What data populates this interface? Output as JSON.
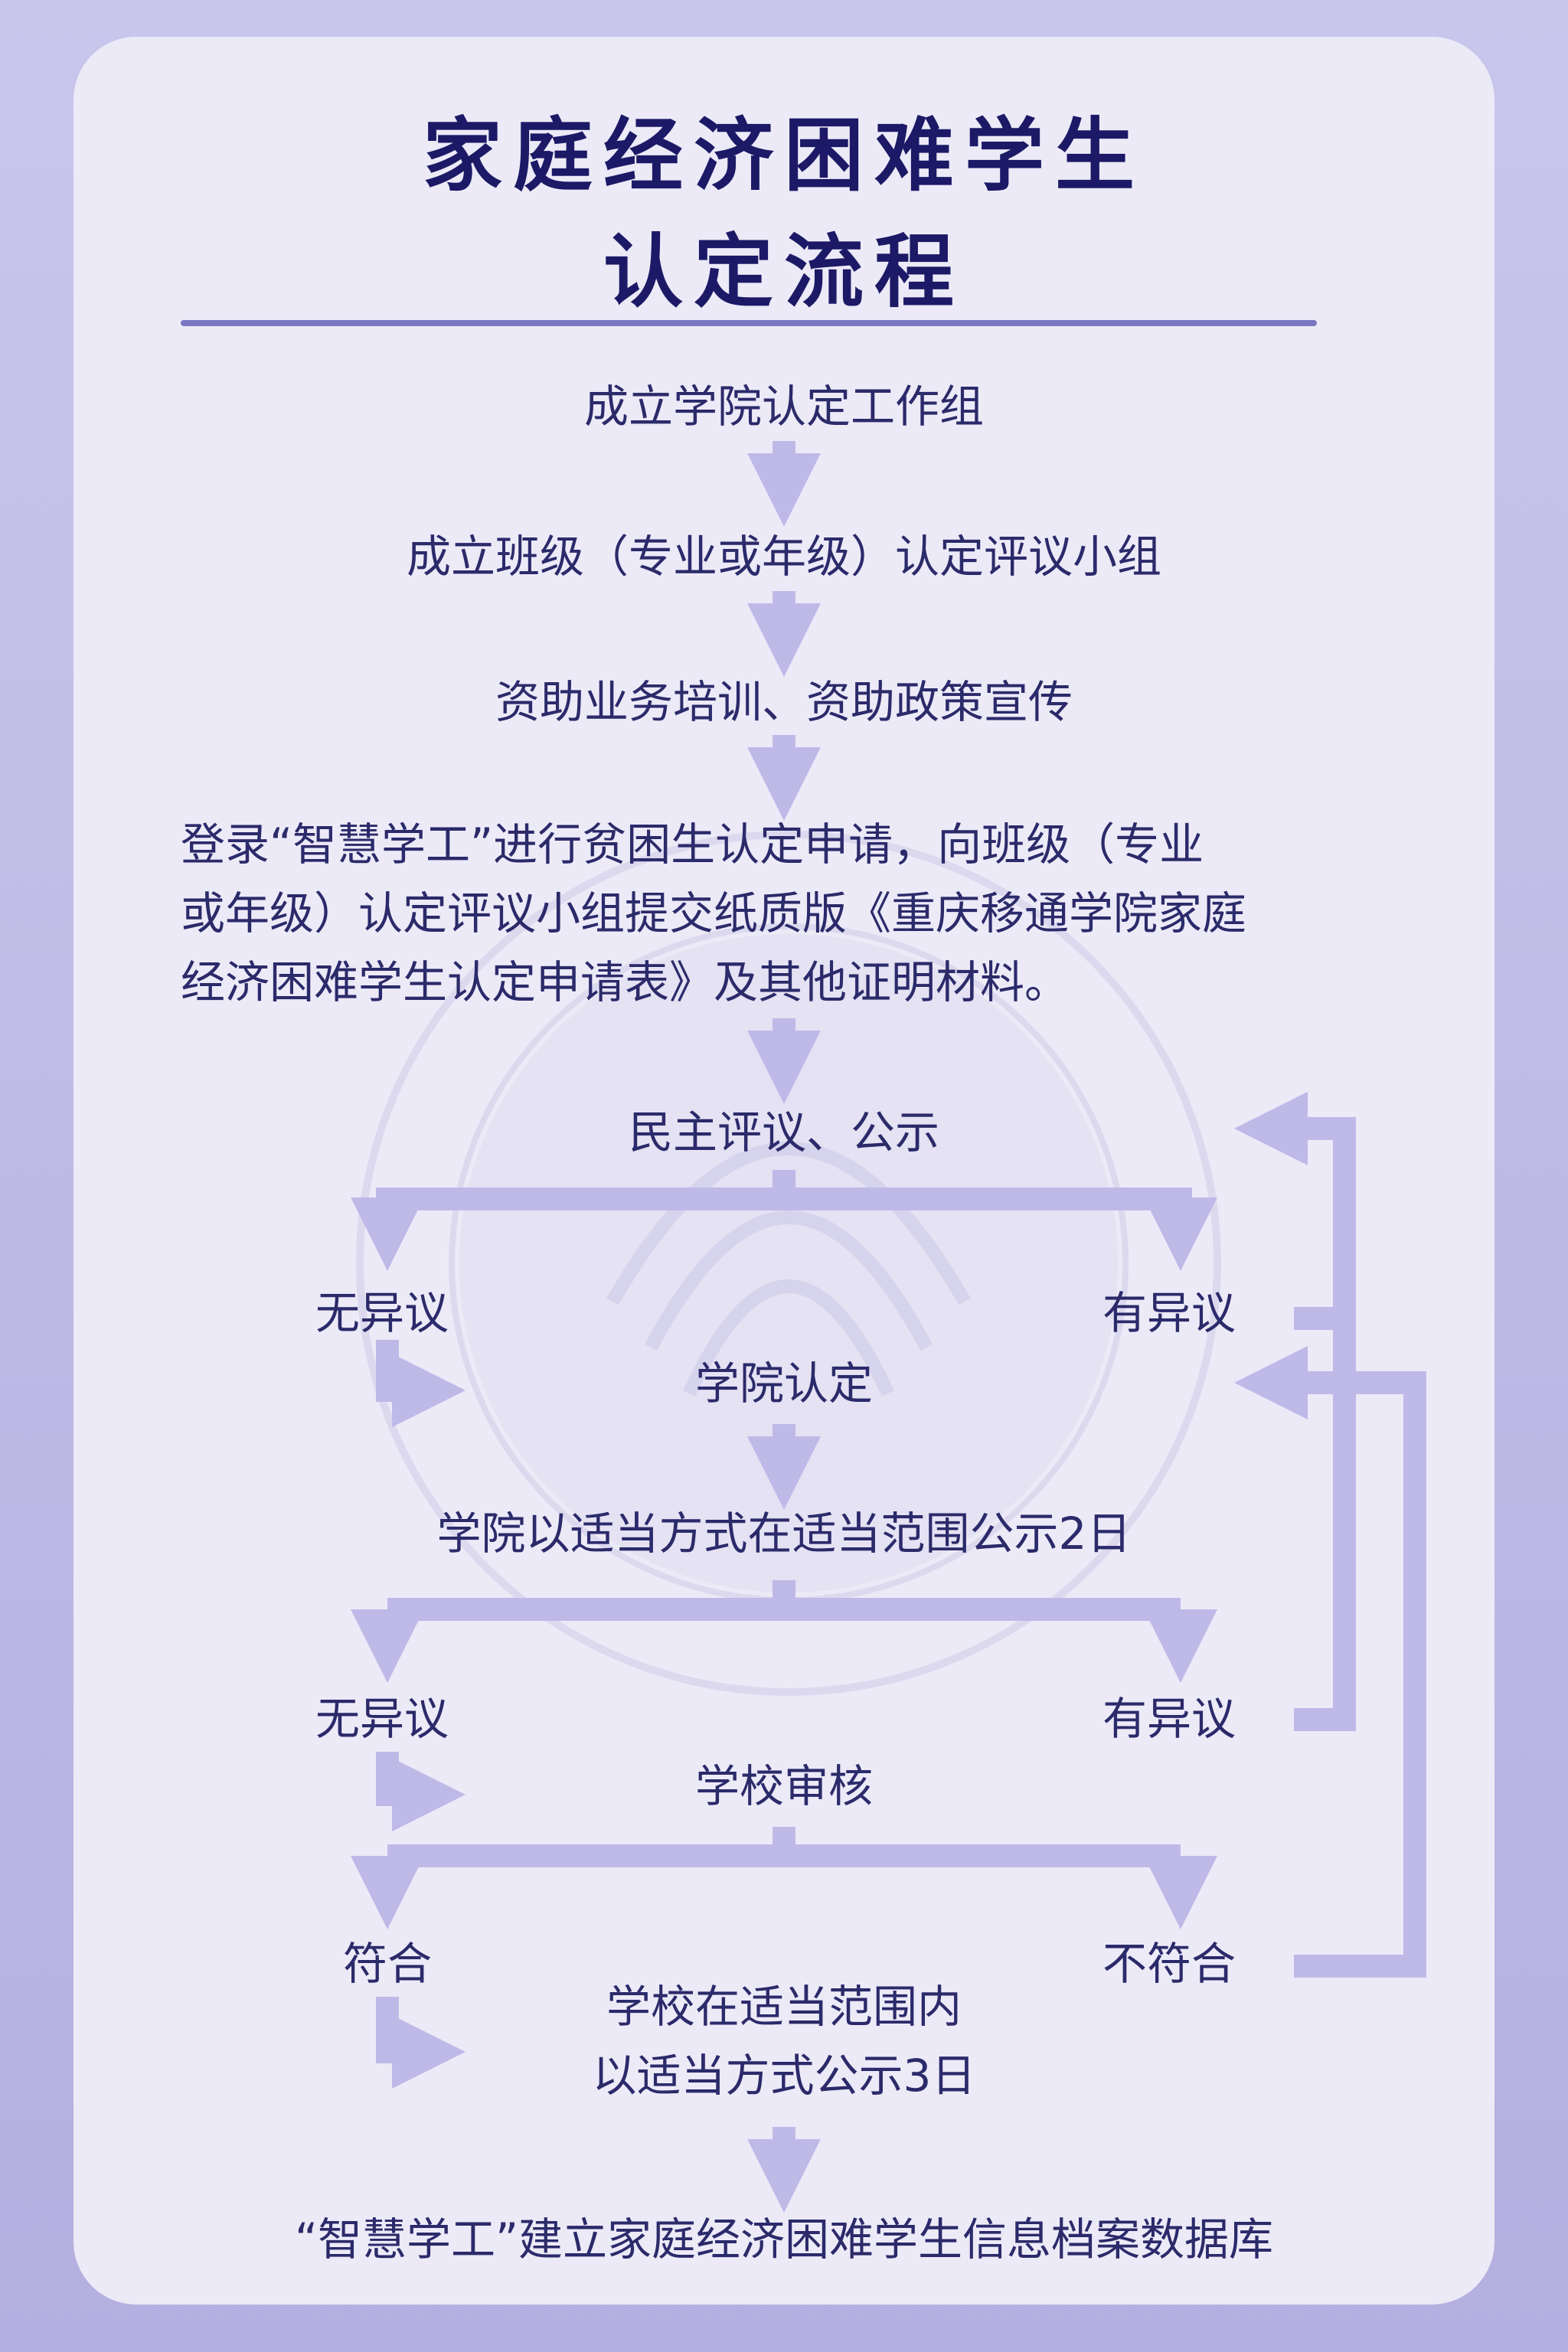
{
  "title": {
    "line1": "家庭经济困难学生",
    "line2": "认定流程"
  },
  "steps": {
    "s1": "成立学院认定工作组",
    "s2": "成立班级（专业或年级）认定评议小组",
    "s3": "资助业务培训、资助政策宣传",
    "s4_lines": [
      "登录“智慧学工”进行贫困生认定申请，向班级（专业",
      "或年级）认定评议小组提交纸质版《重庆移通学院家庭",
      "经济困难学生认定申请表》及其他证明材料。"
    ],
    "s5": "民主评议、公示",
    "s5_left": "无异议",
    "s5_right": "有异议",
    "s6": "学院认定",
    "s7": "学院以适当方式在适当范围公示2日",
    "s7_left": "无异议",
    "s7_right": "有异议",
    "s8": "学校审核",
    "s8_left": "符合",
    "s8_right": "不符合",
    "s9_line1": "学校在适当范围内",
    "s9_line2": "以适当方式公示3日",
    "s10": "“智慧学工”建立家庭经济困难学生信息档案数据库"
  },
  "colors": {
    "background": "#c2beea",
    "card": "#eceaf7",
    "title": "#1c1a66",
    "text": "#2b2a6a",
    "arrow": "#bfb9e8",
    "divider": "#7b76c0"
  }
}
